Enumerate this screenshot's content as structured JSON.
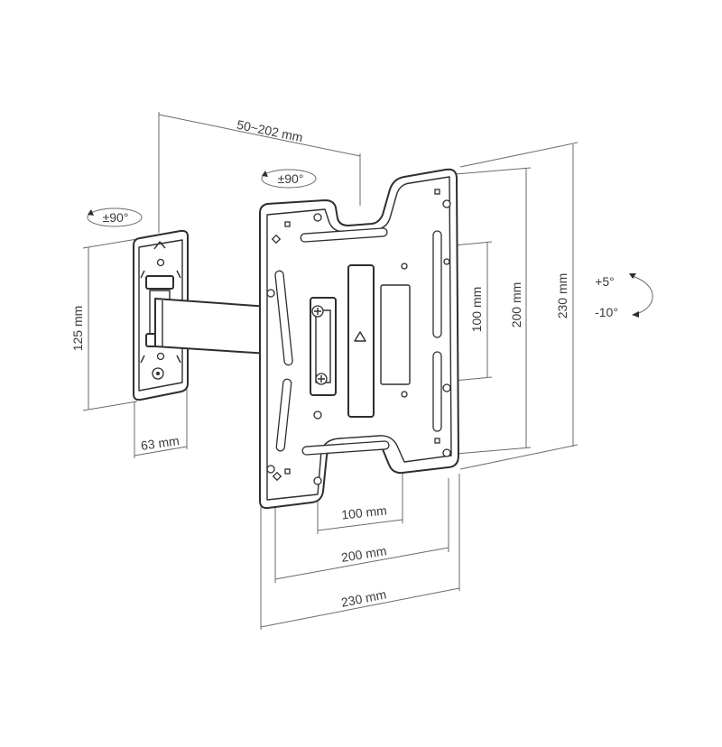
{
  "labels": {
    "arm_extension": "50~202 mm",
    "swivel_left": "±90°",
    "swivel_right": "±90°",
    "wall_plate_height": "125 mm",
    "wall_plate_width": "63 mm",
    "vesa_small_v": "100 mm",
    "vesa_large_v": "200 mm",
    "plate_height": "230 mm",
    "vesa_small_h": "100 mm",
    "vesa_large_h": "200 mm",
    "plate_width": "230 mm",
    "tilt_up": "+5°",
    "tilt_down": "-10°"
  },
  "colors": {
    "line": "#2e2e2e",
    "dimension": "#6a6a6a",
    "text": "#3a3a3a"
  }
}
